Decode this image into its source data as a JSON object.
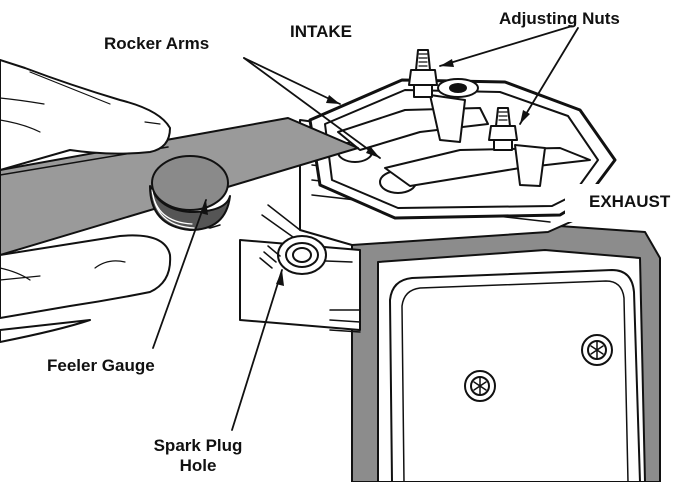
{
  "labels": {
    "intake": "INTAKE",
    "adjusting_nuts": "Adjusting Nuts",
    "rocker_arms": "Rocker Arms",
    "exhaust": "EXHAUST",
    "feeler_gauge": "Feeler Gauge",
    "spark_plug_hole_line1": "Spark Plug",
    "spark_plug_hole_line2": "Hole"
  },
  "colors": {
    "ink": "#111111",
    "gauge_gray": "#9a9a9a",
    "gauge_disc": "#8a8a8a",
    "cover_gray": "#8c8c8c",
    "paper": "#ffffff"
  }
}
